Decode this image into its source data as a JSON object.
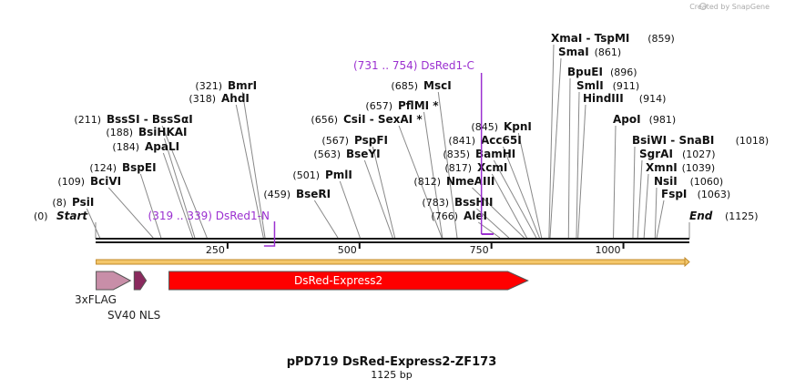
{
  "credit": "Created by SnapGene",
  "title": "pPD719 DsRed-Express2-ZF173",
  "subtitle": "1125 bp",
  "sequence_length": 1125,
  "start_label": {
    "pos": "(0)",
    "name": "Start"
  },
  "end_label": {
    "name": "End",
    "pos": "(1125)"
  },
  "ticks": [
    250,
    500,
    750,
    1000
  ],
  "sites": [
    {
      "bp": 8,
      "pos": "(8)",
      "name": "PsiI"
    },
    {
      "bp": 109,
      "pos": "(109)",
      "name": "BciVI"
    },
    {
      "bp": 124,
      "pos": "(124)",
      "name": "BspEI"
    },
    {
      "bp": 184,
      "pos": "(184)",
      "name": "ApaLI"
    },
    {
      "bp": 188,
      "pos": "(188)",
      "name": "BsiHKAI"
    },
    {
      "bp": 211,
      "pos": "(211)",
      "name": "BssSI  - BssSαI"
    },
    {
      "bp": 318,
      "pos": "(318)",
      "name": "AhdI"
    },
    {
      "bp": 321,
      "pos": "(321)",
      "name": "BmrI"
    },
    {
      "bp": 459,
      "pos": "(459)",
      "name": "BseRI"
    },
    {
      "bp": 501,
      "pos": "(501)",
      "name": "PmlI"
    },
    {
      "bp": 563,
      "pos": "(563)",
      "name": "BseYI"
    },
    {
      "bp": 567,
      "pos": "(567)",
      "name": "PspFI"
    },
    {
      "bp": 656,
      "pos": "(656)",
      "name": "CsiI  - SexAI *"
    },
    {
      "bp": 657,
      "pos": "(657)",
      "name": "PflMI *"
    },
    {
      "bp": 685,
      "pos": "(685)",
      "name": "MscI"
    },
    {
      "bp": 766,
      "pos": "(766)",
      "name": "AleI"
    },
    {
      "bp": 783,
      "pos": "(783)",
      "name": "BssHII"
    },
    {
      "bp": 812,
      "pos": "(812)",
      "name": "NmeAIII"
    },
    {
      "bp": 817,
      "pos": "(817)",
      "name": "XcmI"
    },
    {
      "bp": 835,
      "pos": "(835)",
      "name": "BamHI"
    },
    {
      "bp": 841,
      "pos": "(841)",
      "name": "Acc65I"
    },
    {
      "bp": 845,
      "pos": "(845)",
      "name": "KpnI"
    },
    {
      "bp": 859,
      "pos": "(859)",
      "name": "XmaI  - TspMI"
    },
    {
      "bp": 861,
      "pos": "(861)",
      "name": "SmaI"
    },
    {
      "bp": 896,
      "pos": "(896)",
      "name": "BpuEI"
    },
    {
      "bp": 911,
      "pos": "(911)",
      "name": "SmlI"
    },
    {
      "bp": 914,
      "pos": "(914)",
      "name": "HindIII"
    },
    {
      "bp": 981,
      "pos": "(981)",
      "name": "ApoI"
    },
    {
      "bp": 1018,
      "pos": "(1018)",
      "name": "BsiWI  - SnaBI"
    },
    {
      "bp": 1027,
      "pos": "(1027)",
      "name": "SgrAI"
    },
    {
      "bp": 1039,
      "pos": "(1039)",
      "name": "XmnI"
    },
    {
      "bp": 1060,
      "pos": "(1060)",
      "name": "NsiI"
    },
    {
      "bp": 1063,
      "pos": "(1063)",
      "name": "FspI"
    }
  ],
  "primers": [
    {
      "label": "(319 .. 339)  DsRed1-N",
      "start": 319,
      "end": 339,
      "strand": "reverse"
    },
    {
      "label": "(731 .. 754)  DsRed1-C",
      "start": 731,
      "end": 754,
      "strand": "forward"
    }
  ],
  "orf_bar": {
    "start": 1,
    "end": 1125
  },
  "features": [
    {
      "name": "3xFLAG",
      "start": 1,
      "end": 66,
      "color": "#c88ea8",
      "label_inside": false
    },
    {
      "name": "SV40 NLS",
      "start": 73,
      "end": 96,
      "color": "#8a2a5e",
      "label_inside": false
    },
    {
      "name": "DsRed-Express2",
      "start": 139,
      "end": 819,
      "color": "#ff0000",
      "label_inside": true
    }
  ],
  "colors": {
    "backbone": "#1a1a1a",
    "primer": "#9b30d0",
    "orf_fill": "#f4c76a",
    "orf_stroke": "#c08a2a"
  }
}
